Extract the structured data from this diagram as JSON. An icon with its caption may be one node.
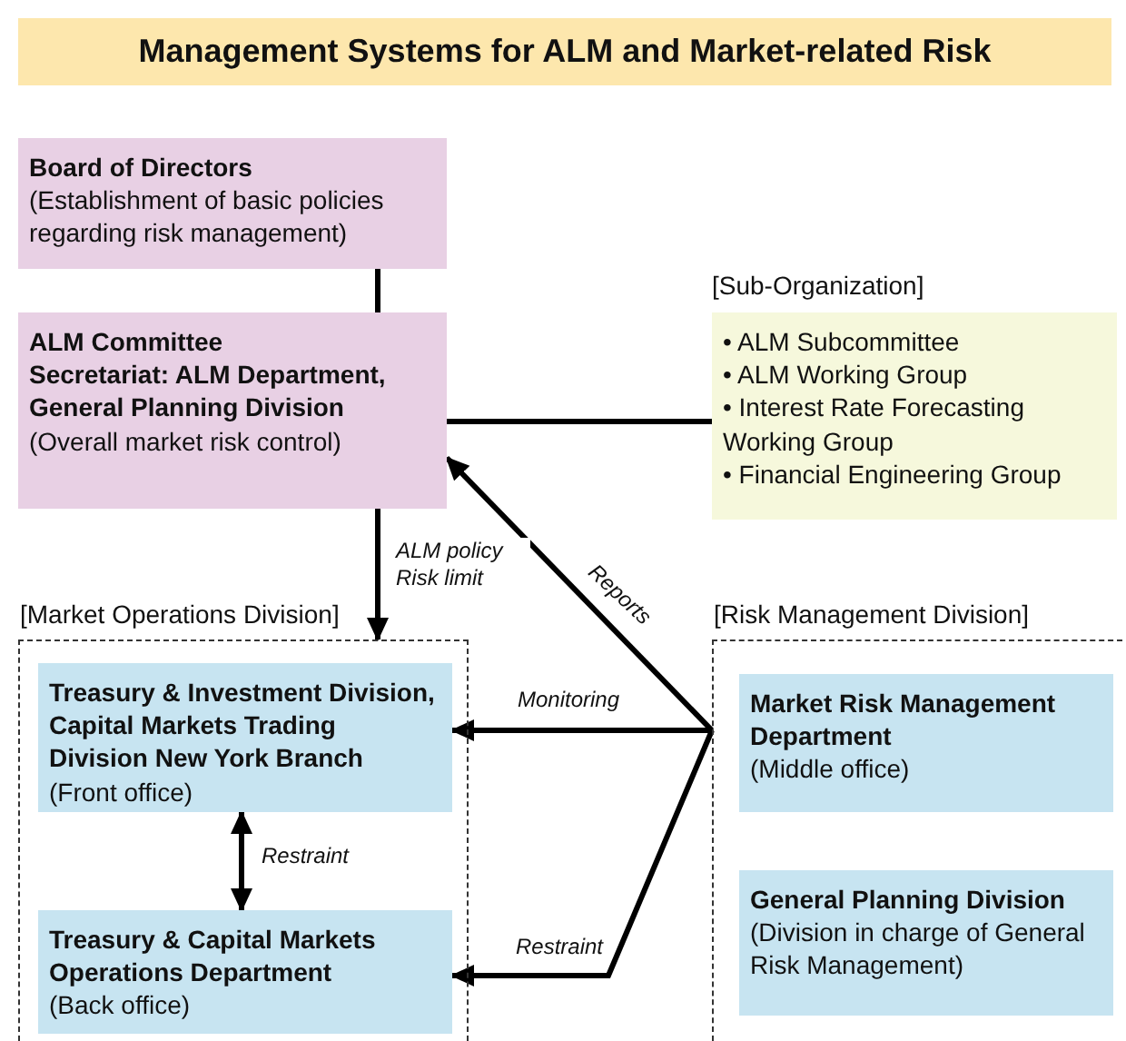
{
  "diagram": {
    "title": "Management Systems for ALM and Market-related Risk",
    "nodes": [
      {
        "text": [
          "Board of Directors",
          "(Establishment of basic policies regarding risk management)"
        ]
      },
      {
        "text": [
          "ALM Committee",
          "Secretariat: ALM Department, General Planning Division",
          "(Overall market risk control)"
        ]
      },
      {
        "text": [
          "[Sub-Organization]",
          "• ALM Subcommittee",
          "• ALM Working Group",
          "• Interest Rate Forecasting Working Group",
          "• Financial Engineering Group"
        ]
      },
      {
        "text": [
          "[Market Operations Division]"
        ]
      },
      {
        "text": [
          "Treasury & Investment Division, Capital Markets Trading Division New York Branch",
          "(Front office)"
        ],
        "in": 3
      },
      {
        "text": [
          "Treasury & Capital Markets Operations Department",
          "(Back office)"
        ],
        "in": 3
      },
      {
        "text": [
          "[Risk Management Division]"
        ]
      },
      {
        "text": [
          "Market Risk Management Department",
          "(Middle office)"
        ],
        "in": 6
      },
      {
        "text": [
          "General Planning Division",
          "(Division in charge of General Risk Management)"
        ],
        "in": 6
      }
    ],
    "edges": [
      {
        "from": 0,
        "to": 1,
        "arrow": "none"
      },
      {
        "from": 1,
        "to": 2,
        "arrow": "none"
      },
      {
        "from": 1,
        "to": 3,
        "arrow": "to",
        "label": "ALM policy Risk limit"
      },
      {
        "from": 6,
        "to": 1,
        "arrow": "to",
        "label": "Reports"
      },
      {
        "from": 6,
        "to": 4,
        "arrow": "to",
        "label": "Monitoring"
      },
      {
        "from": 6,
        "to": 5,
        "arrow": "to",
        "label": "Restraint"
      },
      {
        "from": 4,
        "to": 5,
        "arrow": "both",
        "label": "Restraint"
      }
    ]
  }
}
